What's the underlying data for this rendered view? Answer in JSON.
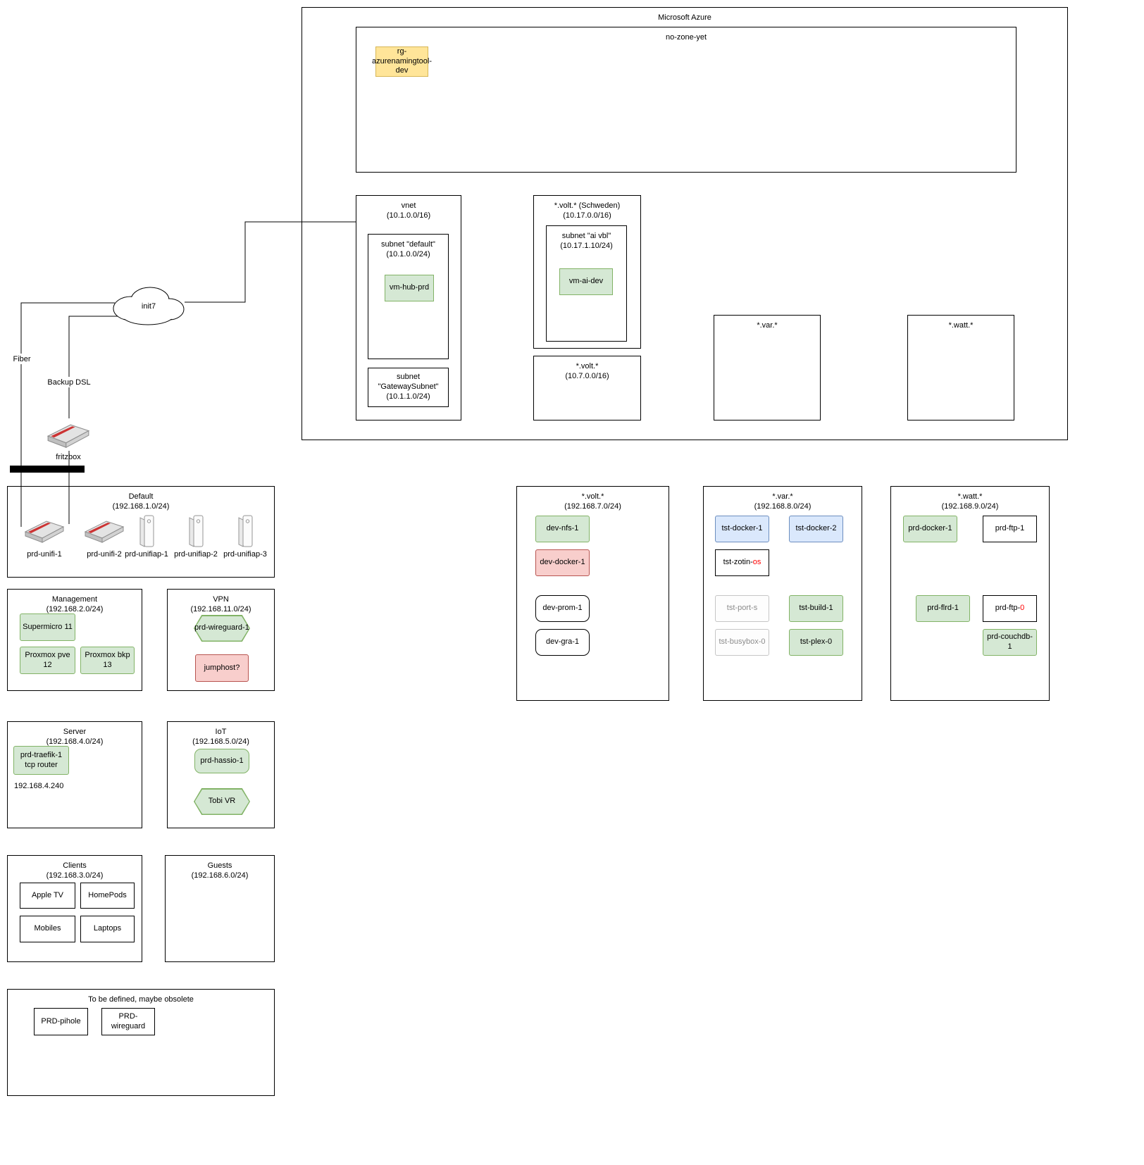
{
  "palette": {
    "green_fill": "#d5e8d4",
    "green_border": "#82b366",
    "red_fill": "#f8cecc",
    "red_border": "#b85450",
    "blue_fill": "#dae8fc",
    "blue_border": "#6c8ebf",
    "yellow_fill": "#ffe599",
    "yellow_border": "#d6b656",
    "alert_text": "#ff0000"
  },
  "azure": {
    "title": "Microsoft Azure",
    "no_zone": {
      "title": "no-zone-yet",
      "rg_label": "rg-azurenamingtool-dev"
    },
    "vnet": {
      "name": "vnet",
      "cidr": "(10.1.0.0/16)",
      "subnet_default": {
        "name": "subnet \"default\"",
        "cidr": "(10.1.0.0/24)",
        "vm_label": "vm-hub-prd"
      },
      "subnet_gateway": {
        "name": "subnet \"GatewaySubnet\"",
        "cidr": "(10.1.1.0/24)"
      }
    },
    "volt_sweden": {
      "name": "*.volt.* (Schweden)",
      "cidr": "(10.17.0.0/16)",
      "subnet_ai": {
        "name": "subnet \"ai vbl\"",
        "cidr": "(10.17.1.10/24)",
        "vm_label": "vm-ai-dev"
      }
    },
    "volt": {
      "name": "*.volt.*",
      "cidr": "(10.7.0.0/16)"
    },
    "var": {
      "name": "*.var.*"
    },
    "watt": {
      "name": "*.watt.*"
    }
  },
  "wan": {
    "cloud_label": "init7",
    "fiber_label": "Fiber",
    "backup_dsl_label": "Backup DSL",
    "router_label": "fritzbox"
  },
  "lan_zones": {
    "default": {
      "name": "Default",
      "cidr": "(192.168.1.0/24)",
      "devices": [
        {
          "label": "prd-unifi-1"
        },
        {
          "label": "prd-unifi-2"
        },
        {
          "label": "prd-unifiap-1"
        },
        {
          "label": "prd-unifiap-2"
        },
        {
          "label": "prd-unifiap-3"
        }
      ]
    },
    "management": {
      "name": "Management",
      "cidr": "(192.168.2.0/24)",
      "nodes": [
        {
          "label": "Supermicro 11"
        },
        {
          "label": "Proxmox pve 12"
        },
        {
          "label": "Proxmox bkp 13"
        }
      ]
    },
    "vpn": {
      "name": "VPN",
      "cidr": "(192.168.11.0/24)",
      "nodes": [
        {
          "label": "prd-wireguard-1"
        },
        {
          "label": "jumphost?"
        }
      ]
    },
    "server": {
      "name": "Server",
      "cidr": "(192.168.4.0/24)",
      "nodes": [
        {
          "label": "prd-traefik-1 tcp router"
        }
      ],
      "note": "192.168.4.240"
    },
    "iot": {
      "name": "IoT",
      "cidr": "(192.168.5.0/24)",
      "nodes": [
        {
          "label": "prd-hassio-1"
        },
        {
          "label": "Tobi VR"
        }
      ]
    },
    "clients": {
      "name": "Clients",
      "cidr": "(192.168.3.0/24)",
      "nodes": [
        {
          "label": "Apple TV"
        },
        {
          "label": "HomePods"
        },
        {
          "label": "Mobiles"
        },
        {
          "label": "Laptops"
        }
      ]
    },
    "guests": {
      "name": "Guests",
      "cidr": "(192.168.6.0/24)"
    },
    "tbd": {
      "name": "To be defined, maybe obsolete",
      "nodes": [
        {
          "label": "PRD-pihole"
        },
        {
          "label": "PRD-wireguard"
        }
      ]
    },
    "volt7": {
      "name": "*.volt.*",
      "cidr": "(192.168.7.0/24)",
      "nodes": [
        {
          "label": "dev-nfs-1"
        },
        {
          "label": "dev-docker-1"
        },
        {
          "label": "dev-prom-1"
        },
        {
          "label": "dev-gra-1"
        }
      ]
    },
    "var8": {
      "name": "*.var.*",
      "cidr": "(192.168.8.0/24)",
      "nodes": [
        {
          "label": "tst-docker-1"
        },
        {
          "label": "tst-docker-2"
        },
        {
          "label": "tst-zotin-",
          "red_suffix": "os"
        },
        {
          "label": "tst-port-s"
        },
        {
          "label": "tst-build-1"
        },
        {
          "label": "tst-busybox-0"
        },
        {
          "label": "tst-plex-0"
        }
      ]
    },
    "watt9": {
      "name": "*.watt.*",
      "cidr": "(192.168.9.0/24)",
      "nodes": [
        {
          "label": "prd-docker-1"
        },
        {
          "label": "prd-ftp-1"
        },
        {
          "label": "prd-flrd-1"
        },
        {
          "label": "prd-ftp-",
          "red_suffix": "0"
        },
        {
          "label": "prd-couchdb-1"
        }
      ]
    }
  }
}
